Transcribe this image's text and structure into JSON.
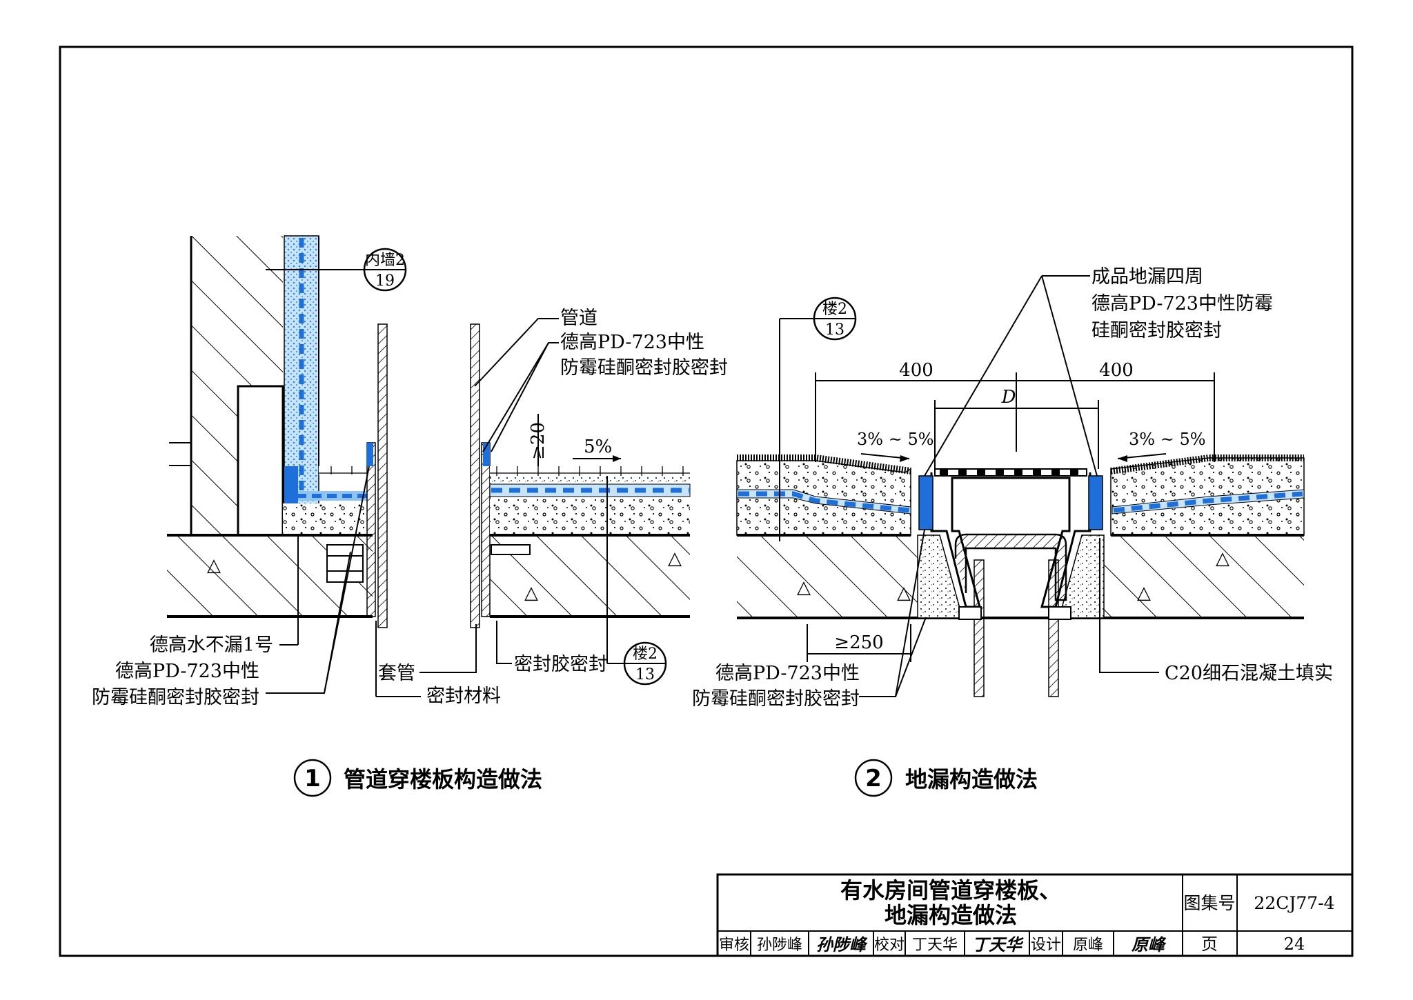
{
  "detail1": {
    "number": "1",
    "caption": "管道穿楼板构造做法",
    "ref_wall": {
      "top": "内墙2",
      "bottom": "19"
    },
    "ref_floor": {
      "top": "楼2",
      "bottom": "13"
    },
    "label_pipe": "管道",
    "label_sealant_line1": "德高PD-723中性",
    "label_sealant_line2": "防霉硅酮密封胶密封",
    "dim_min_20": "≥20",
    "slope": "5%",
    "label_waterproof": "德高水不漏1号",
    "label_left_sealant_line1": "德高PD-723中性",
    "label_left_sealant_line2": "防霉硅酮密封胶密封",
    "label_sleeve": "套管",
    "label_seal_material": "密封材料",
    "label_sealant_seal": "密封胶密封"
  },
  "detail2": {
    "number": "2",
    "caption": "地漏构造做法",
    "ref_floor": {
      "top": "楼2",
      "bottom": "13"
    },
    "label_drain_line1": "成品地漏四周",
    "label_drain_line2": "德高PD-723中性防霉",
    "label_drain_line3": "硅酮密封胶密封",
    "dim_left": "400",
    "dim_right": "400",
    "dim_d": "D",
    "slope_left": "3% ~ 5%",
    "slope_right": "3% ~ 5%",
    "dim_min_250": "≥250",
    "label_sealant_line1": "德高PD-723中性",
    "label_sealant_line2": "防霉硅酮密封胶密封",
    "label_concrete": "C20细石混凝土填实"
  },
  "title_block": {
    "title_line1": "有水房间管道穿楼板、",
    "title_line2": "地漏构造做法",
    "atlas_label": "图集号",
    "atlas_value": "22CJ77-4",
    "review_label": "审核",
    "review_name": "孙陟峰",
    "review_sign": "孙陟峰",
    "check_label": "校对",
    "check_name": "丁天华",
    "check_sign": "丁天华",
    "design_label": "设计",
    "design_name": "原峰",
    "design_sign": "原峰",
    "page_label": "页",
    "page_value": "24"
  },
  "colors": {
    "waterproof_blue": "#1e6fd9",
    "light_blue": "#8fc4f2",
    "line": "#000000"
  }
}
